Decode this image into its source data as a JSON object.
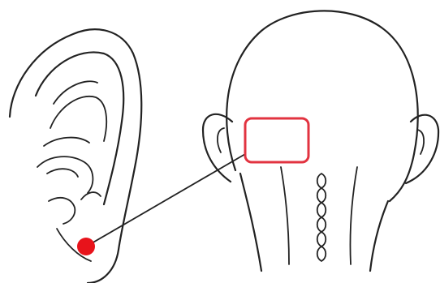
{
  "colors": {
    "stroke": "#222222",
    "marker": "#e8131b",
    "highlight_box": "#e23340",
    "background": "#ffffff"
  },
  "elements": {
    "ear": "ear-outline",
    "head": "head-back-view",
    "marker": "red-dot-earlobe",
    "region": "neck-base-rectangle",
    "connector": "leader-line"
  }
}
